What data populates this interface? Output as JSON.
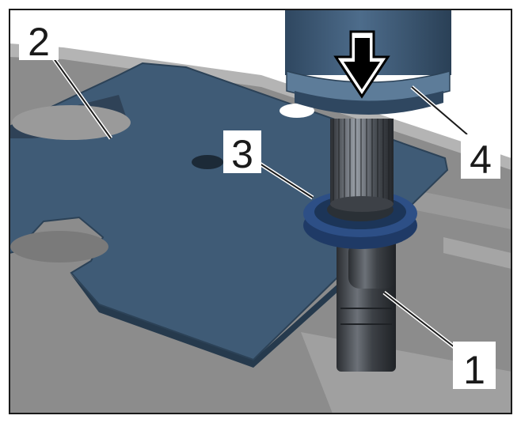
{
  "callouts": [
    {
      "id": "1",
      "label": "1"
    },
    {
      "id": "2",
      "label": "2"
    },
    {
      "id": "3",
      "label": "3"
    },
    {
      "id": "4",
      "label": "4"
    }
  ],
  "colors": {
    "frame": "#1a1a1a",
    "background_gray": "#8a8a8a",
    "plate_blue": "#3f5b76",
    "plate_edge": "#2c4257",
    "press_blue": "#3d5a75",
    "bearing_blue": "#2d4f86",
    "shaft_dark": "#3a3f45",
    "arrow": "#000000"
  },
  "icons": {
    "press_direction": "down-arrow-icon"
  }
}
